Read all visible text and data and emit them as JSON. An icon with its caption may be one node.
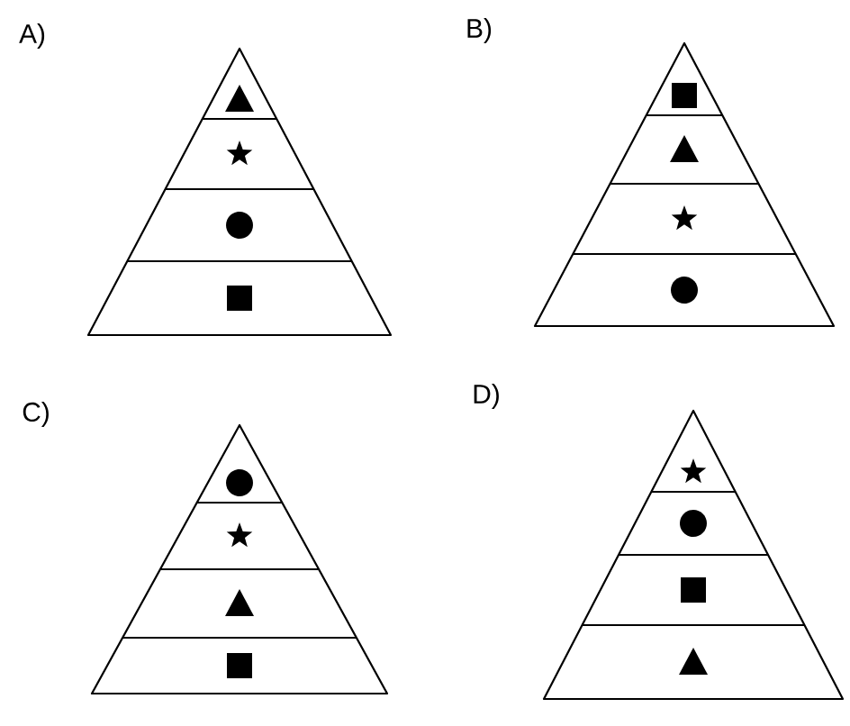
{
  "diagram": {
    "labels": [
      "A)",
      "B)",
      "C)",
      "D)"
    ]
  }
}
